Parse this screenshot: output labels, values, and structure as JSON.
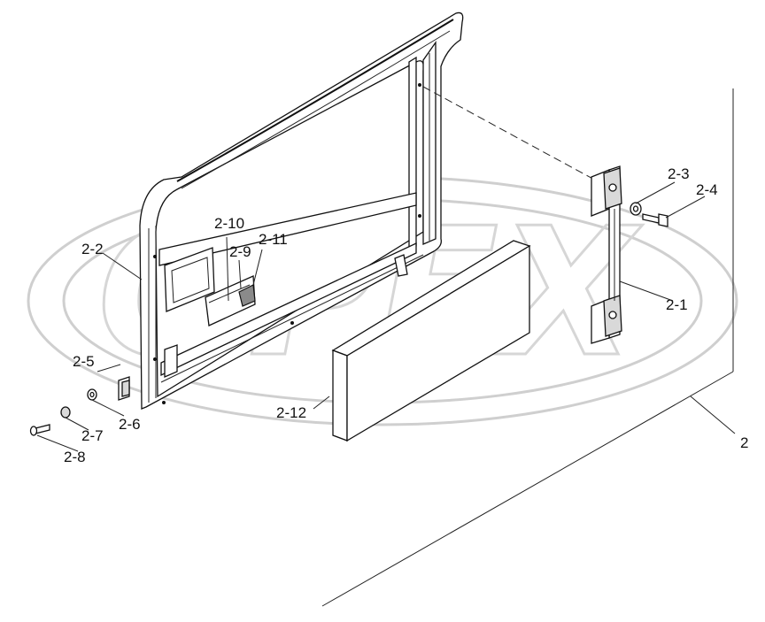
{
  "diagram": {
    "watermark_text": "OPEX",
    "callouts": {
      "c2": "2",
      "c2_1": "2-1",
      "c2_2": "2-2",
      "c2_3": "2-3",
      "c2_4": "2-4",
      "c2_5": "2-5",
      "c2_6": "2-6",
      "c2_7": "2-7",
      "c2_8": "2-8",
      "c2_9": "2-9",
      "c2_10": "2-10",
      "c2_11": "2-11",
      "c2_12": "2-12"
    }
  }
}
